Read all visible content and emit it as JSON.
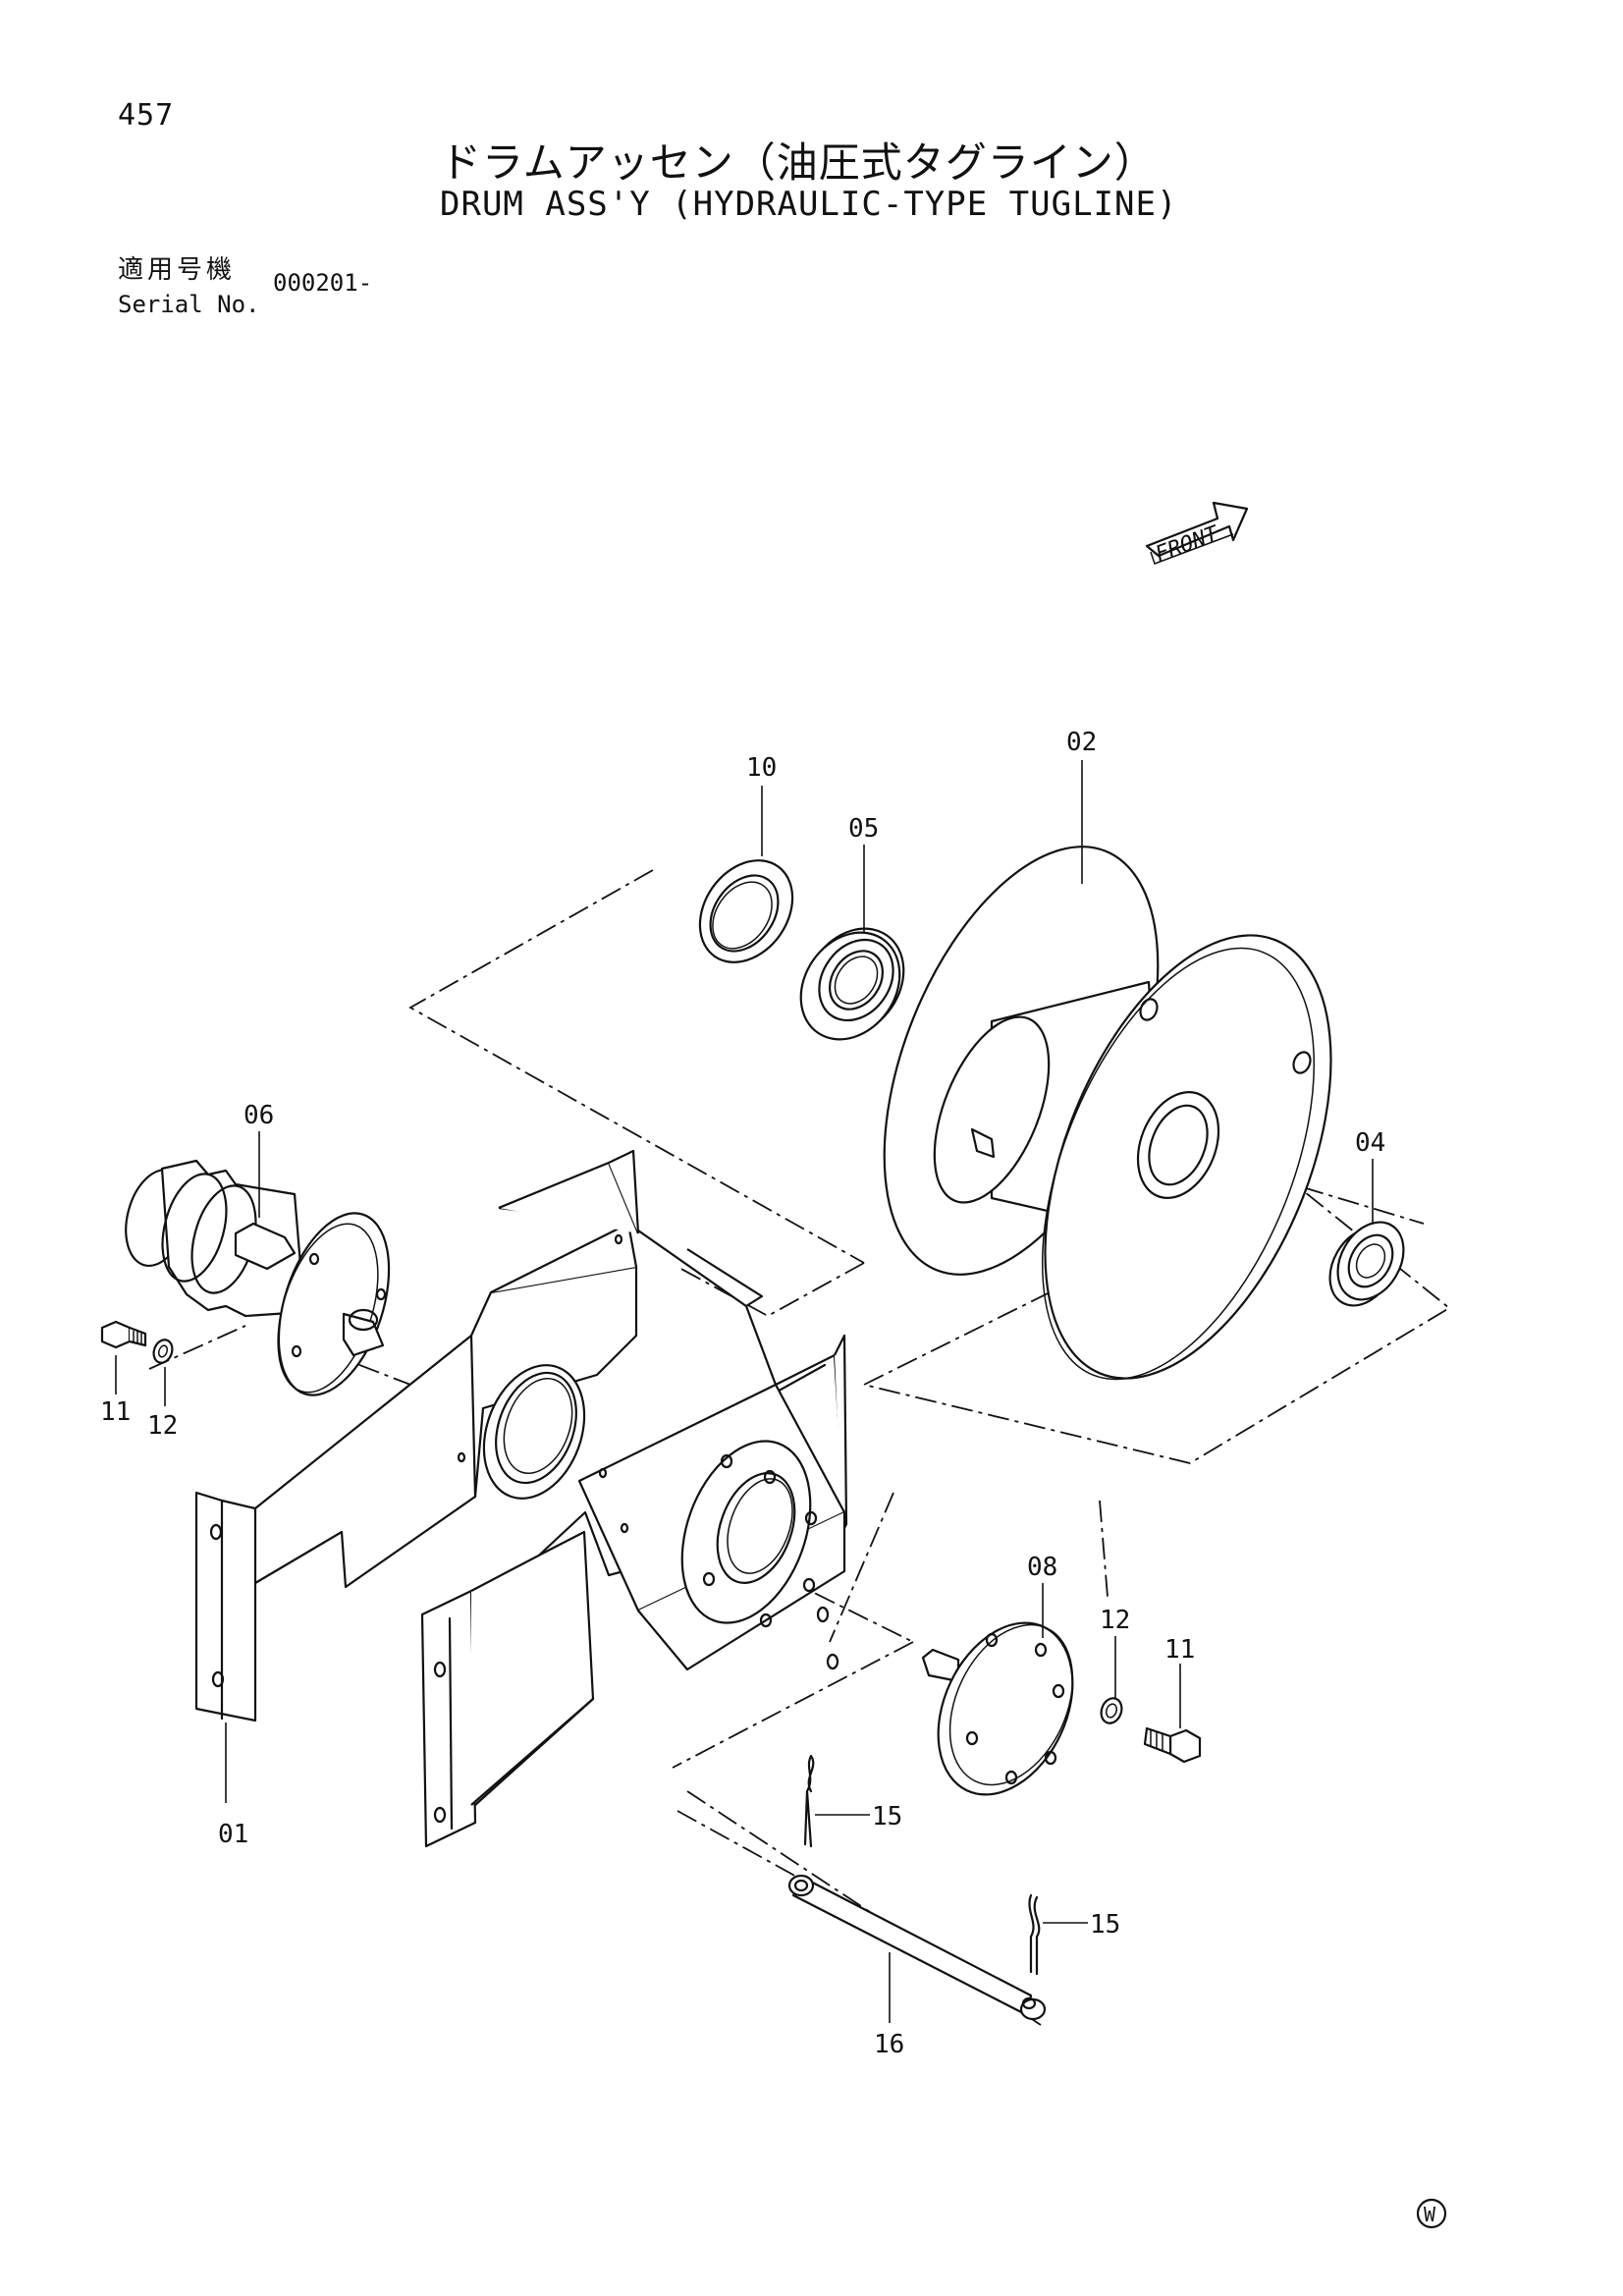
{
  "header": {
    "page_number": "457",
    "title_ja": "ドラムアッセン（油圧式タグライン）",
    "title_en": "DRUM ASS'Y (HYDRAULIC-TYPE TUGLINE)"
  },
  "serial": {
    "label_ja": "適用号機",
    "label_en": "Serial No.",
    "value": "000201-"
  },
  "direction_marker": {
    "label": "FRONT"
  },
  "parts": [
    {
      "id": "01",
      "label": "01"
    },
    {
      "id": "02",
      "label": "02"
    },
    {
      "id": "04",
      "label": "04"
    },
    {
      "id": "05",
      "label": "05"
    },
    {
      "id": "06",
      "label": "06"
    },
    {
      "id": "08",
      "label": "08"
    },
    {
      "id": "10",
      "label": "10"
    },
    {
      "id": "11",
      "label": "11"
    },
    {
      "id": "12",
      "label": "12"
    },
    {
      "id": "15",
      "label": "15"
    },
    {
      "id": "16",
      "label": "16"
    }
  ],
  "footer": {
    "mark": "W"
  }
}
